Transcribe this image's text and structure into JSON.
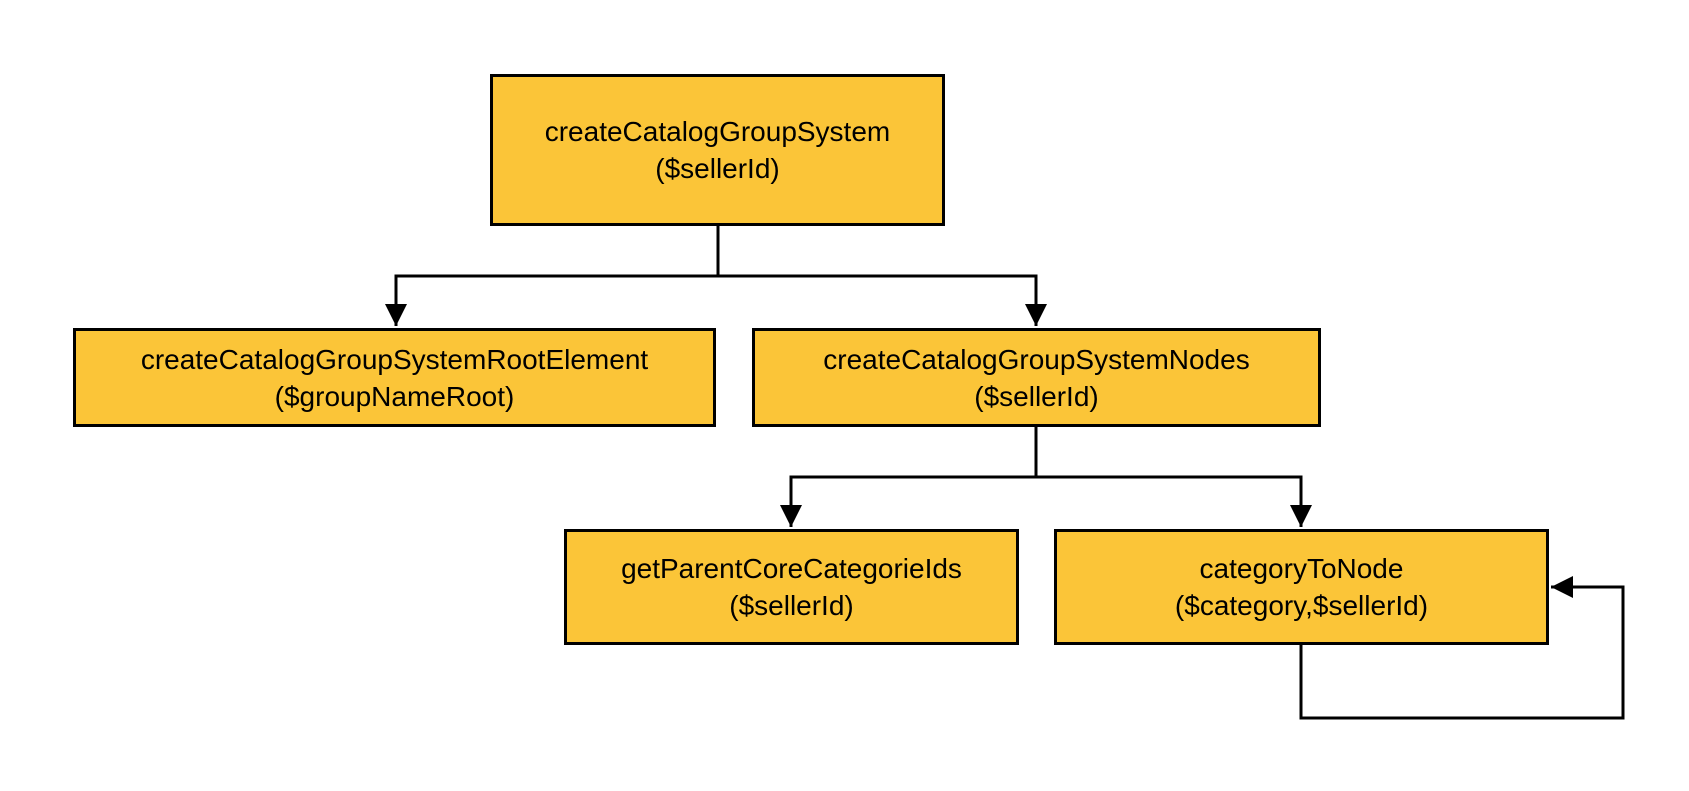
{
  "colors": {
    "node_fill": "#FBC538",
    "stroke": "#000000",
    "background": "#ffffff"
  },
  "nodes": {
    "root": {
      "name": "createCatalogGroupSystem",
      "param": "($sellerId)"
    },
    "root_element": {
      "name": "createCatalogGroupSystemRootElement",
      "param": "($groupNameRoot)"
    },
    "system_nodes": {
      "name": "createCatalogGroupSystemNodes",
      "param": "($sellerId)"
    },
    "parent_core_ids": {
      "name": "getParentCoreCategorieIds",
      "param": "($sellerId)"
    },
    "category_to_node": {
      "name": "categoryToNode",
      "param": "($category,$sellerId)"
    }
  },
  "edges": [
    {
      "from": "root",
      "to": "root_element"
    },
    {
      "from": "root",
      "to": "system_nodes"
    },
    {
      "from": "system_nodes",
      "to": "parent_core_ids"
    },
    {
      "from": "system_nodes",
      "to": "category_to_node"
    },
    {
      "from": "category_to_node",
      "to": "category_to_node",
      "kind": "self-loop"
    }
  ]
}
